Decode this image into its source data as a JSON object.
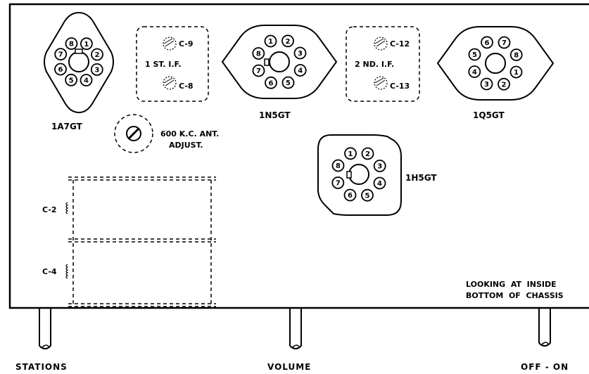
{
  "diagram": {
    "chassis_note_line1": "LOOKING  AT  INSIDE",
    "chassis_note_line2": "BOTTOM  OF  CHASSIS",
    "tubes": [
      {
        "label": "1A7GT",
        "pins": [
          "8",
          "1",
          "2",
          "3",
          "4",
          "5",
          "6",
          "7"
        ]
      },
      {
        "label": "1N5GT",
        "pins": [
          "2",
          "3",
          "4",
          "5",
          "6",
          "7",
          "8",
          "1"
        ]
      },
      {
        "label": "1Q5GT",
        "pins": [
          "6",
          "7",
          "8",
          "1",
          "2",
          "3",
          "4",
          "5"
        ]
      },
      {
        "label": "1H5GT",
        "pins": [
          "1",
          "2",
          "3",
          "4",
          "5",
          "6",
          "7",
          "8"
        ]
      }
    ],
    "if_transformers": [
      {
        "label": "1 ST.  I.F.",
        "top_cap": "C-9",
        "bottom_cap": "C-8"
      },
      {
        "label": "2 ND.  I.F.",
        "top_cap": "C-12",
        "bottom_cap": "C-13"
      }
    ],
    "antenna_adjust": {
      "line1": "600 K.C. ANT.",
      "line2": "ADJUST."
    },
    "gang_capacitor": {
      "upper_trimmer": "C-2",
      "lower_trimmer": "C-4"
    },
    "controls": [
      {
        "label": "STATIONS"
      },
      {
        "label": "VOLUME"
      },
      {
        "label": "OFF - ON"
      }
    ]
  }
}
